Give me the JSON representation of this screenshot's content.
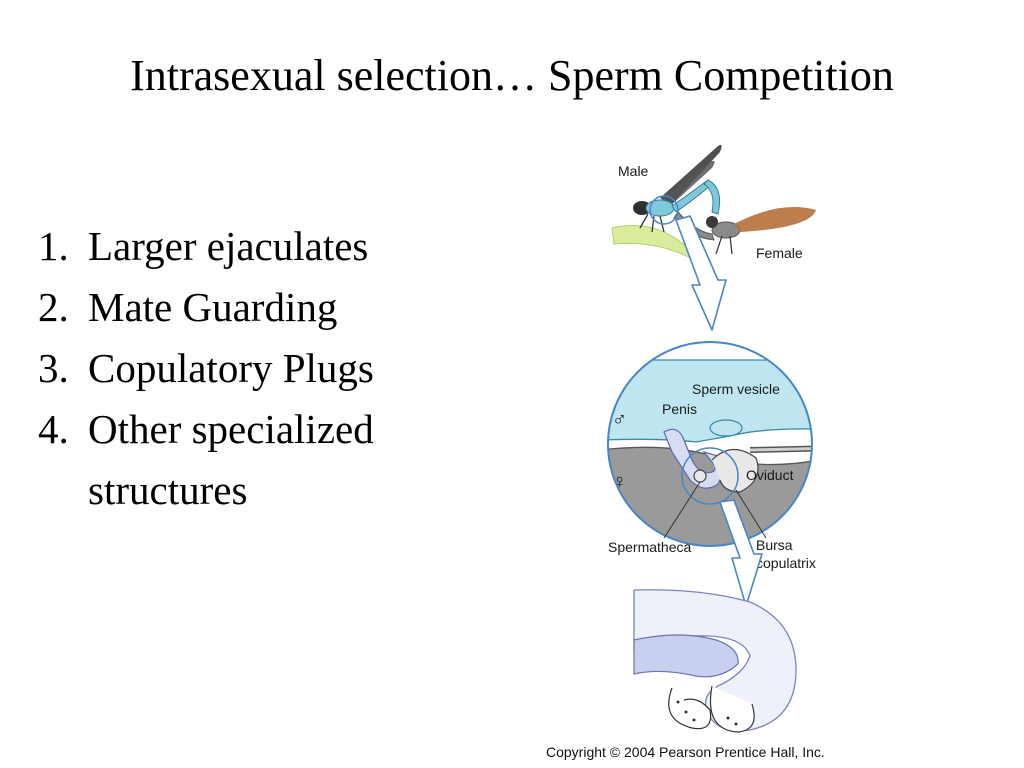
{
  "slide": {
    "title": "Intrasexual selection… Sperm Competition",
    "bullets": [
      {
        "num": "1.",
        "text": "Larger ejaculates"
      },
      {
        "num": "2.",
        "text": "Mate Guarding"
      },
      {
        "num": "3.",
        "text": "Copulatory Plugs"
      },
      {
        "num": "4.",
        "text": "Other specialized structures"
      }
    ]
  },
  "figure": {
    "labels": {
      "male": "Male",
      "female": "Female",
      "sperm_vesicle": "Sperm vesicle",
      "penis": "Penis",
      "male_symbol": "♂",
      "female_symbol": "♀",
      "oviduct": "Oviduct",
      "spermatheca": "Spermatheca",
      "bursa_line1": "Bursa",
      "bursa_line2": "copulatrix"
    },
    "colors": {
      "male_body": "#7fc8dc",
      "male_wing": "#3d3d3d",
      "female_body": "#8a8a8a",
      "female_wing": "#b5703a",
      "arrow_stroke": "#4a86c5",
      "cyan_region": "#bfe6f0",
      "gray_region": "#9a9a9a",
      "leaf": "#d9ec9c"
    }
  },
  "footer": {
    "copyright": "Copyright © 2004 Pearson Prentice Hall, Inc."
  }
}
